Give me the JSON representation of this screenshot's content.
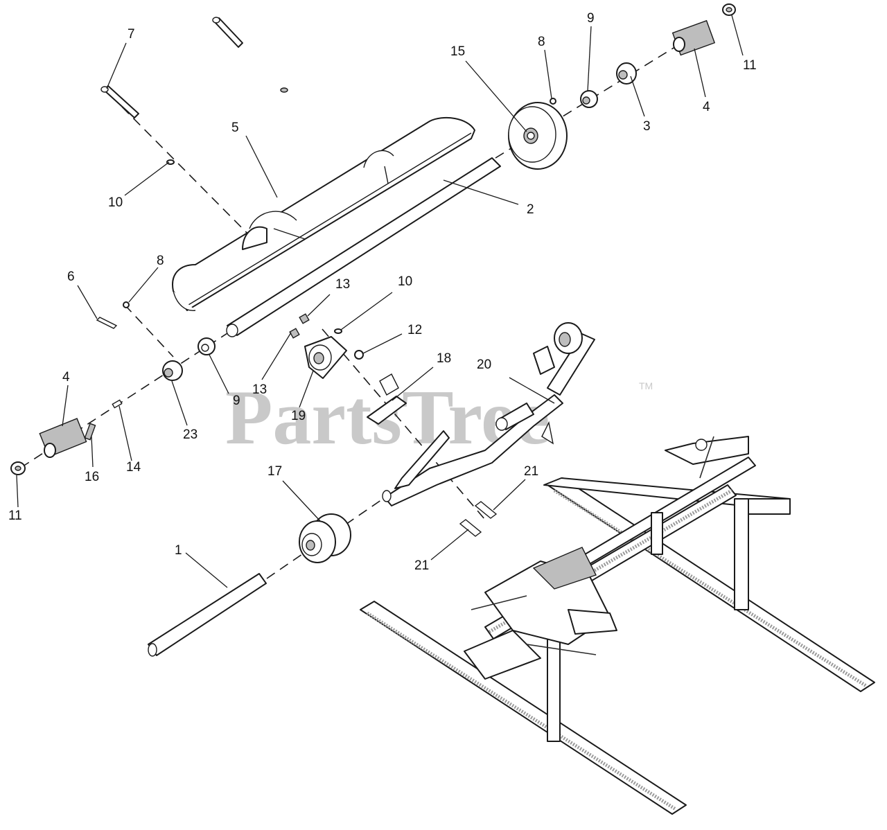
{
  "watermark": {
    "text": "PartsTree",
    "trademark": "TM"
  },
  "callouts": {
    "c7": "7",
    "c5": "5",
    "c10a": "10",
    "c2": "2",
    "c15": "15",
    "c8a": "8",
    "c9a": "9",
    "c3": "3",
    "c4a": "4",
    "c11a": "11",
    "c6": "6",
    "c8b": "8",
    "c13a": "13",
    "c10b": "10",
    "c12": "12",
    "c13b": "13",
    "c18": "18",
    "c20": "20",
    "c9b": "9",
    "c19": "19",
    "c23": "23",
    "c4b": "4",
    "c16": "16",
    "c14": "14",
    "c11b": "11",
    "c17": "17",
    "c21a": "21",
    "c21b": "21",
    "c1": "1"
  }
}
